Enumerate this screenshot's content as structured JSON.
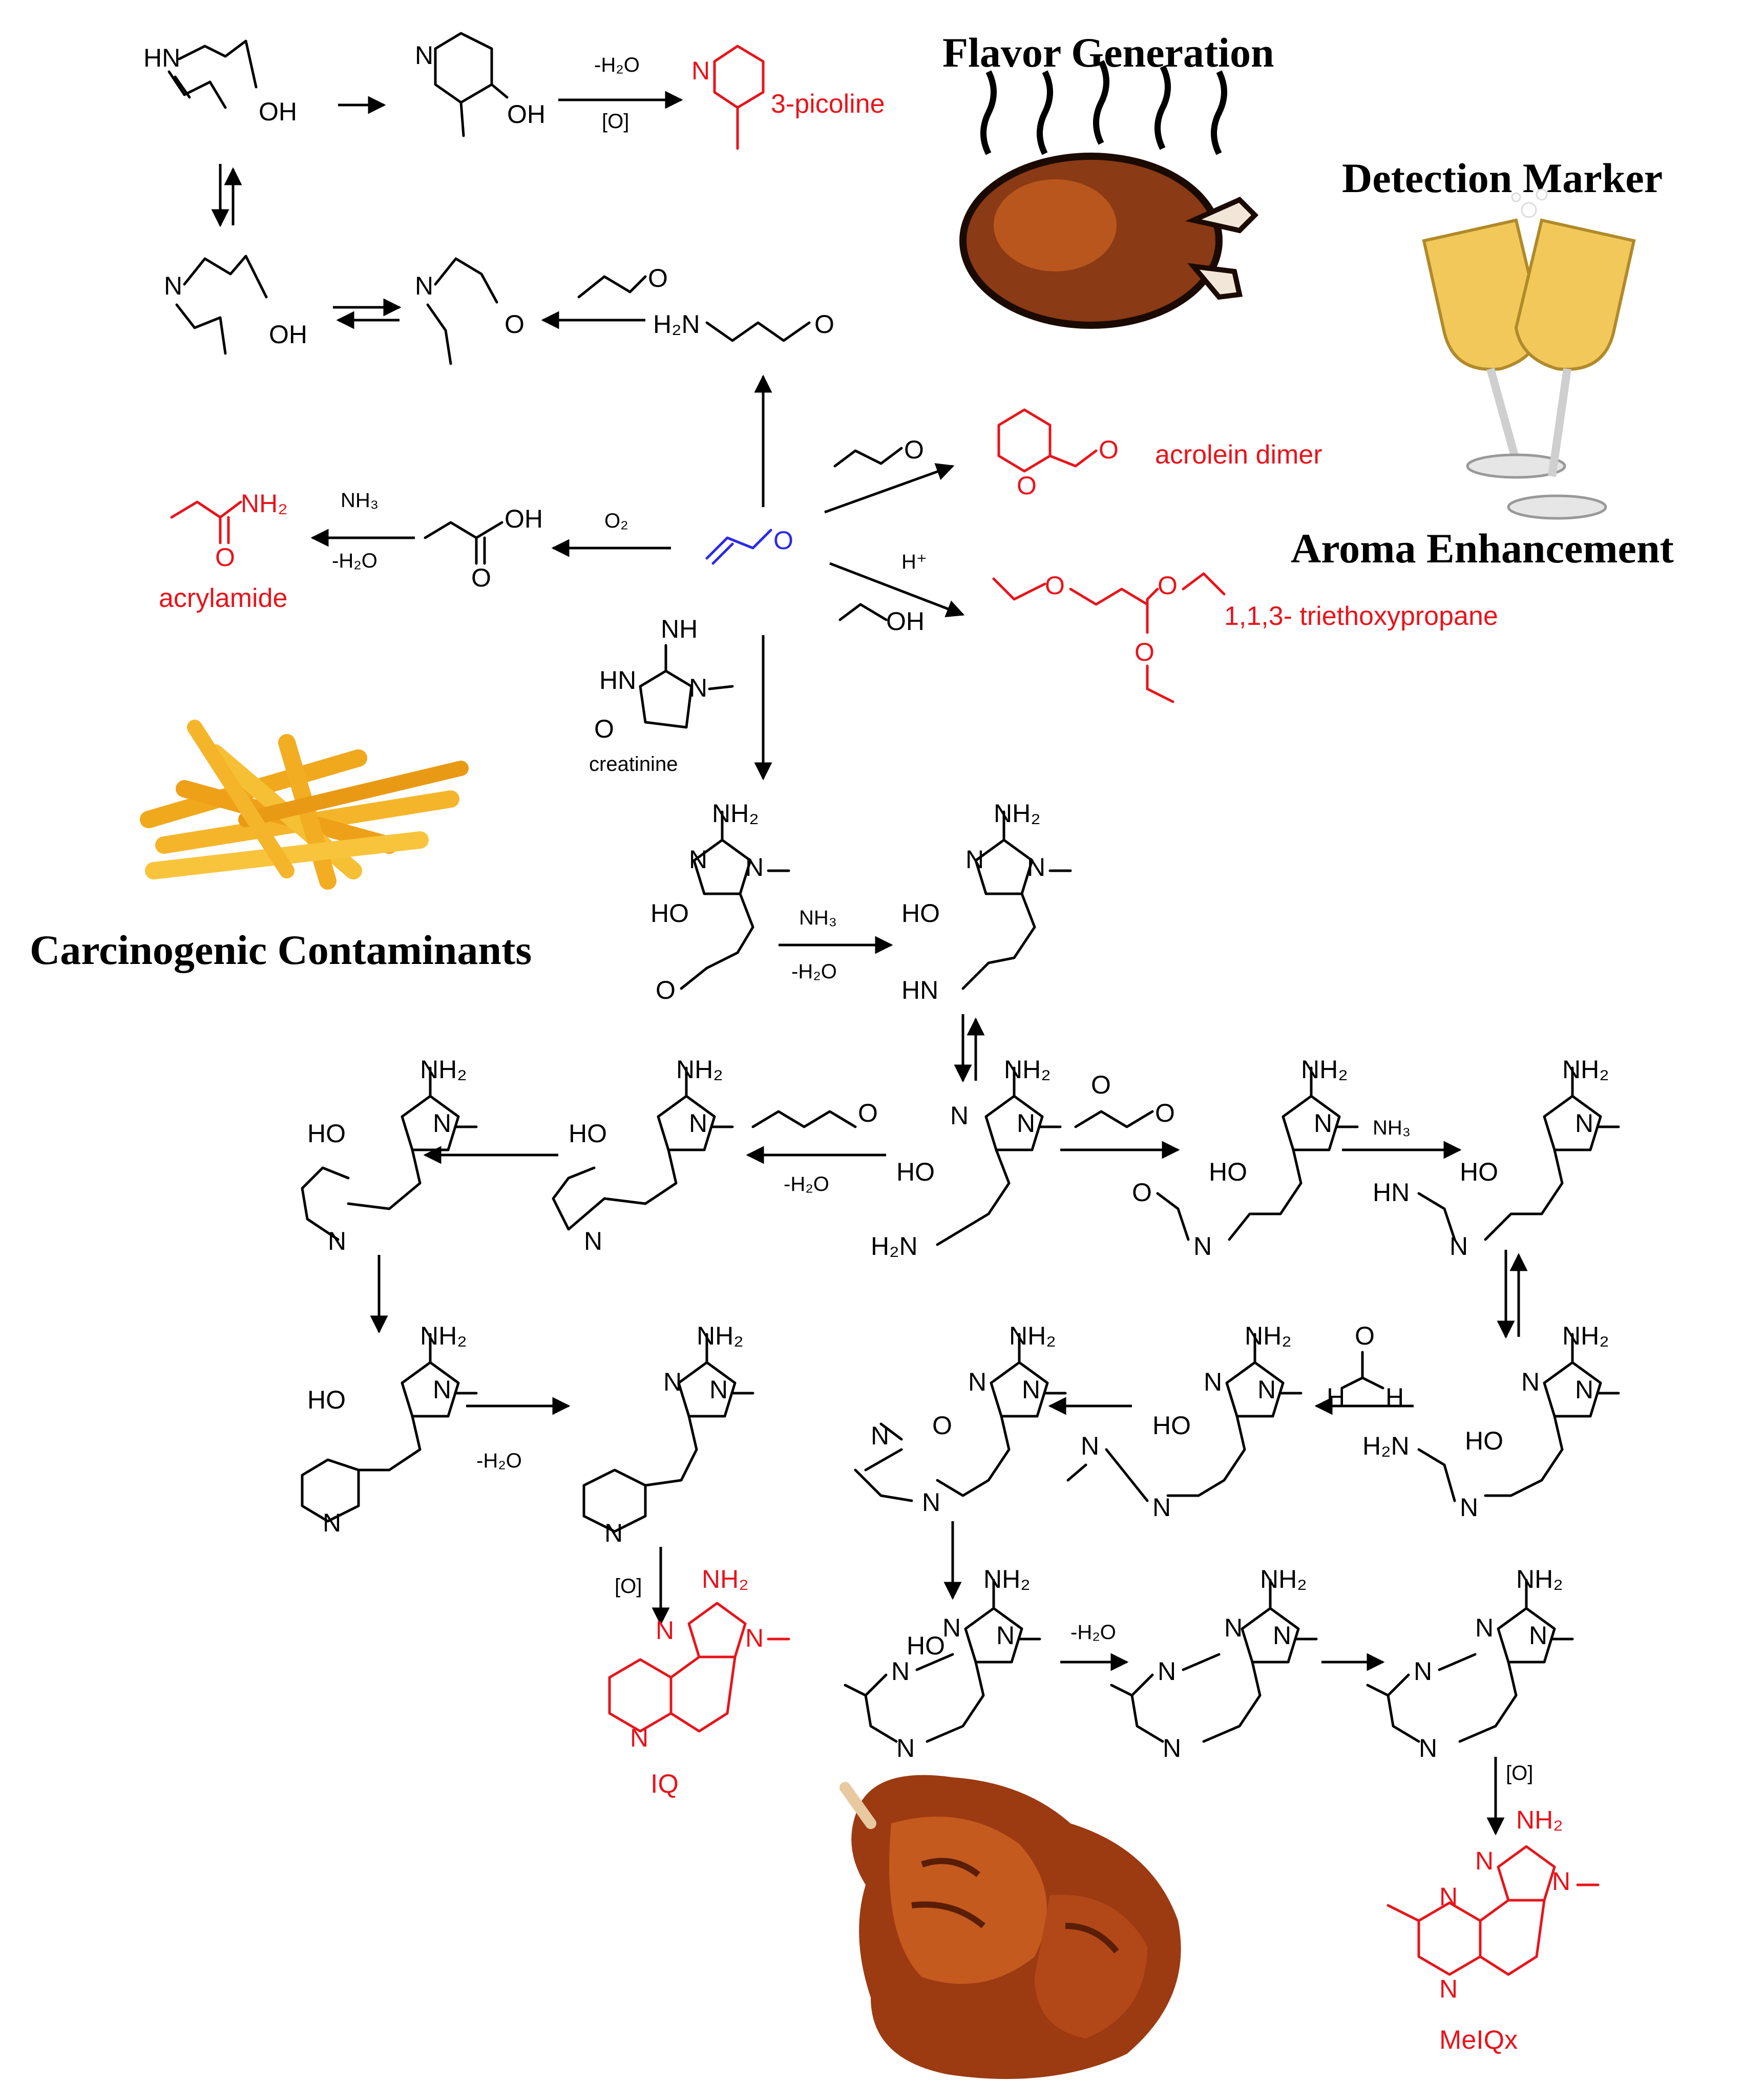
{
  "headings": {
    "flavor_generation": "Flavor Generation",
    "detection_marker": "Detection Marker",
    "aroma_enhancement": "Aroma Enhancement",
    "carcinogenic_contaminants": "Carcinogenic Contaminants"
  },
  "products": {
    "picoline": "3-picoline",
    "acrolein_dimer": "acrolein dimer",
    "triethoxypropane": "1,1,3- triethoxypropane",
    "acrylamide": "acrylamide",
    "iq": "IQ",
    "meiqx": "MeIQx"
  },
  "reagents": {
    "creatinine": "creatinine",
    "minus_water": "-H₂O",
    "oxidation": "[O]",
    "ammonia": "NH₃",
    "oxygen": "O₂",
    "proton": "H⁺"
  },
  "atoms": {
    "hn": "HN",
    "n": "N",
    "oh": "OH",
    "ho": "HO",
    "o": "O",
    "h2n": "H₂N",
    "nh2": "NH₂",
    "nh": "NH",
    "h": "H"
  },
  "colors": {
    "product_red": "#e8141b",
    "acrolein_blue": "#2a2ae8",
    "text_black": "#000000"
  },
  "icons": [
    "roast-chicken-icon",
    "champagne-glasses-icon",
    "french-fries-icon",
    "grilled-chicken-icon"
  ]
}
